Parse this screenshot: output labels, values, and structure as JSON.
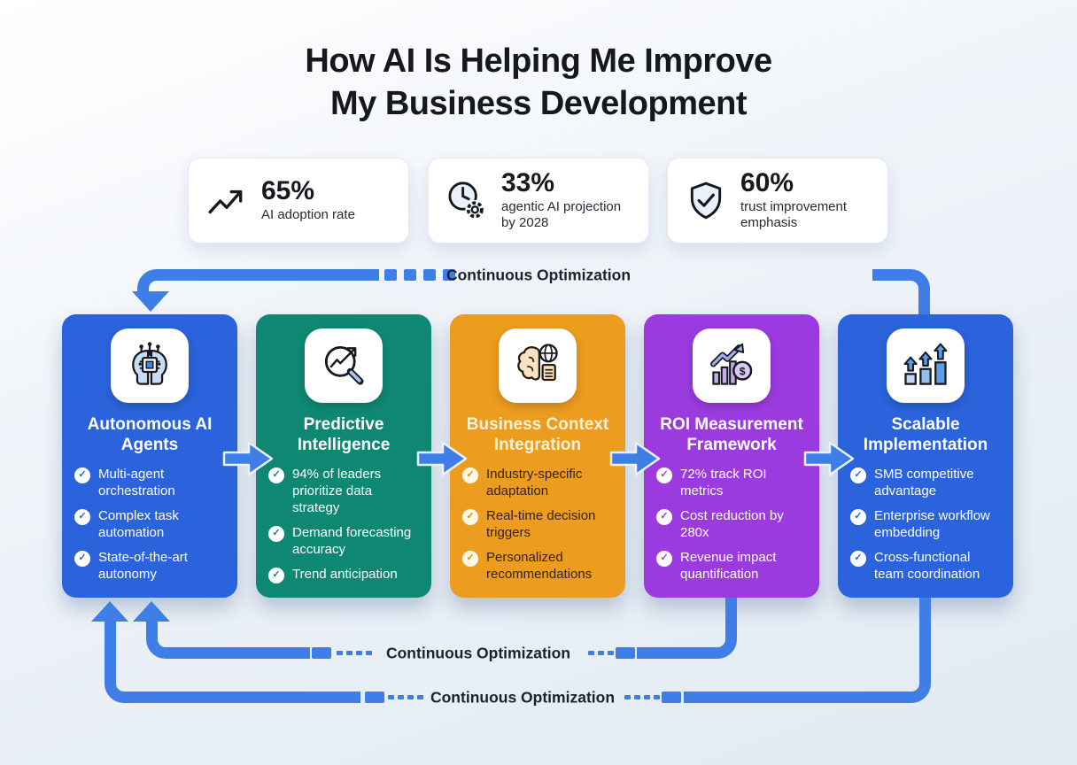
{
  "title": {
    "line1": "How AI Is Helping Me Improve",
    "line2": "My Business Development"
  },
  "stats": [
    {
      "icon": "trend-up-icon",
      "value": "65%",
      "label": "AI adoption rate"
    },
    {
      "icon": "clock-gear-icon",
      "value": "33%",
      "label": "agentic AI projection by 2028"
    },
    {
      "icon": "shield-check-icon",
      "value": "60%",
      "label": "trust improvement emphasis"
    }
  ],
  "flow_cards": [
    {
      "icon": "ai-agents-icon",
      "title": "Autonomous AI Agents",
      "color": "#2b63dc",
      "items": [
        "Multi-agent orchestration",
        "Complex task automation",
        "State-of-the-art autonomy"
      ]
    },
    {
      "icon": "predictive-magnifier-icon",
      "title": "Predictive Intelligence",
      "color": "#0f8873",
      "items": [
        "94% of leaders prioritize data strategy",
        "Demand forecasting accuracy",
        "Trend anticipation"
      ]
    },
    {
      "icon": "brain-context-icon",
      "title": "Business Context Integration",
      "color": "#ec9c1f",
      "items": [
        "Industry-specific adaptation",
        "Real-time decision triggers",
        "Personalized recommendations"
      ]
    },
    {
      "icon": "roi-chart-icon",
      "title": "ROI Measurement Framework",
      "color": "#9b3bdf",
      "items": [
        "72% track ROI metrics",
        "Cost reduction by 280x",
        "Revenue impact quantification"
      ]
    },
    {
      "icon": "scaling-bars-icon",
      "title": "Scalable Implementation",
      "color": "#2b63dc",
      "items": [
        "SMB competitive advantage",
        "Enterprise workflow embedding",
        "Cross-functional team coordination"
      ]
    }
  ],
  "loop_labels": {
    "top": "Continuous Optimization",
    "middle": "Continuous Optimization",
    "bottom": "Continuous Optimization"
  },
  "colors": {
    "flow_line": "#3e7ee6",
    "card_blue": "#2b63dc",
    "card_teal": "#0f8873",
    "card_orange": "#ec9c1f",
    "card_purple": "#9b3bdf"
  }
}
